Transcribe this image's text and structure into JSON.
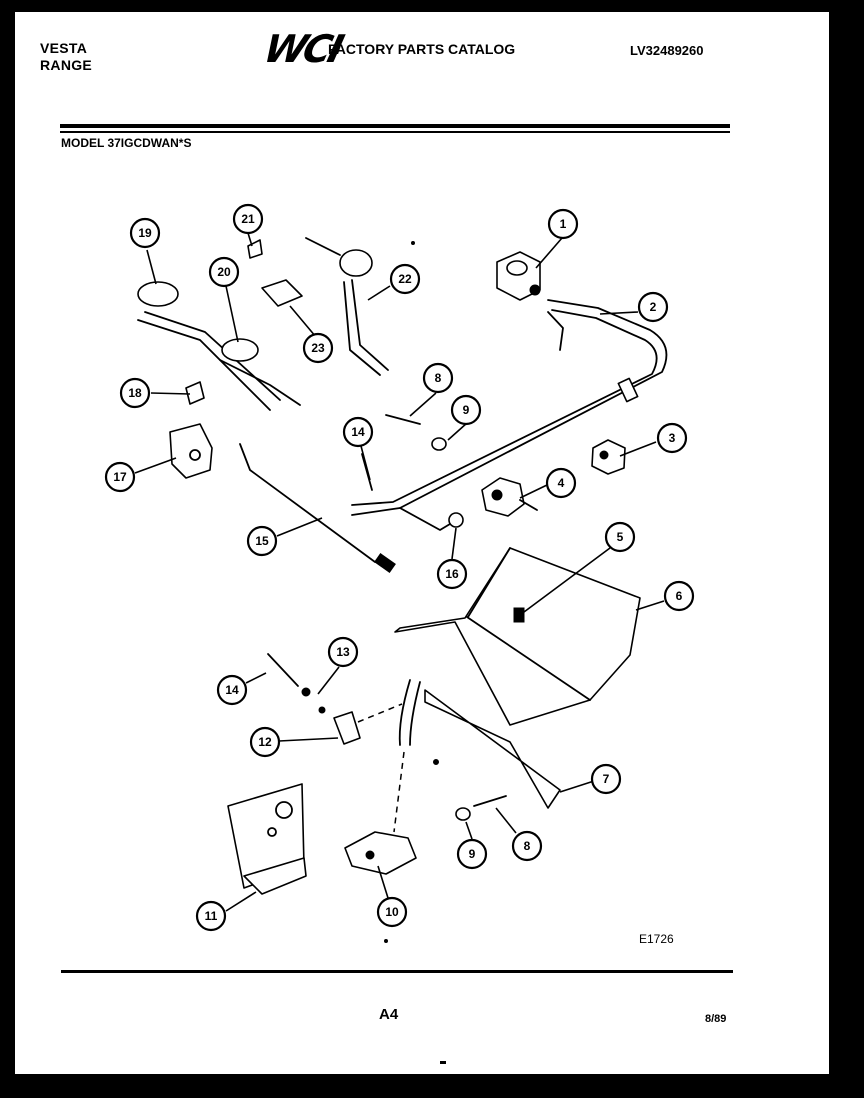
{
  "header": {
    "brand": "VESTA",
    "product": "RANGE",
    "logo": "WCI",
    "catalog_title": "FACTORY PARTS CATALOG",
    "catalog_number": "LV32489260"
  },
  "model_line": "MODEL 37IGCDWAN*S",
  "diagram_code": "E1726",
  "page": "A4",
  "date": "8/89",
  "callouts": [
    {
      "n": "1",
      "label": "1"
    },
    {
      "n": "2",
      "label": "2"
    },
    {
      "n": "3",
      "label": "3"
    },
    {
      "n": "4",
      "label": "4"
    },
    {
      "n": "5",
      "label": "5"
    },
    {
      "n": "6",
      "label": "6"
    },
    {
      "n": "7",
      "label": "7"
    },
    {
      "n": "8a",
      "label": "8"
    },
    {
      "n": "8b",
      "label": "8"
    },
    {
      "n": "9a",
      "label": "9"
    },
    {
      "n": "9b",
      "label": "9"
    },
    {
      "n": "10",
      "label": "10"
    },
    {
      "n": "11",
      "label": "11"
    },
    {
      "n": "12",
      "label": "12"
    },
    {
      "n": "13",
      "label": "13"
    },
    {
      "n": "14a",
      "label": "14"
    },
    {
      "n": "14b",
      "label": "14"
    },
    {
      "n": "15",
      "label": "15"
    },
    {
      "n": "16",
      "label": "16"
    },
    {
      "n": "17",
      "label": "17"
    },
    {
      "n": "18",
      "label": "18"
    },
    {
      "n": "19",
      "label": "19"
    },
    {
      "n": "20",
      "label": "20"
    },
    {
      "n": "21",
      "label": "21"
    },
    {
      "n": "22",
      "label": "22"
    },
    {
      "n": "23",
      "label": "23"
    }
  ]
}
